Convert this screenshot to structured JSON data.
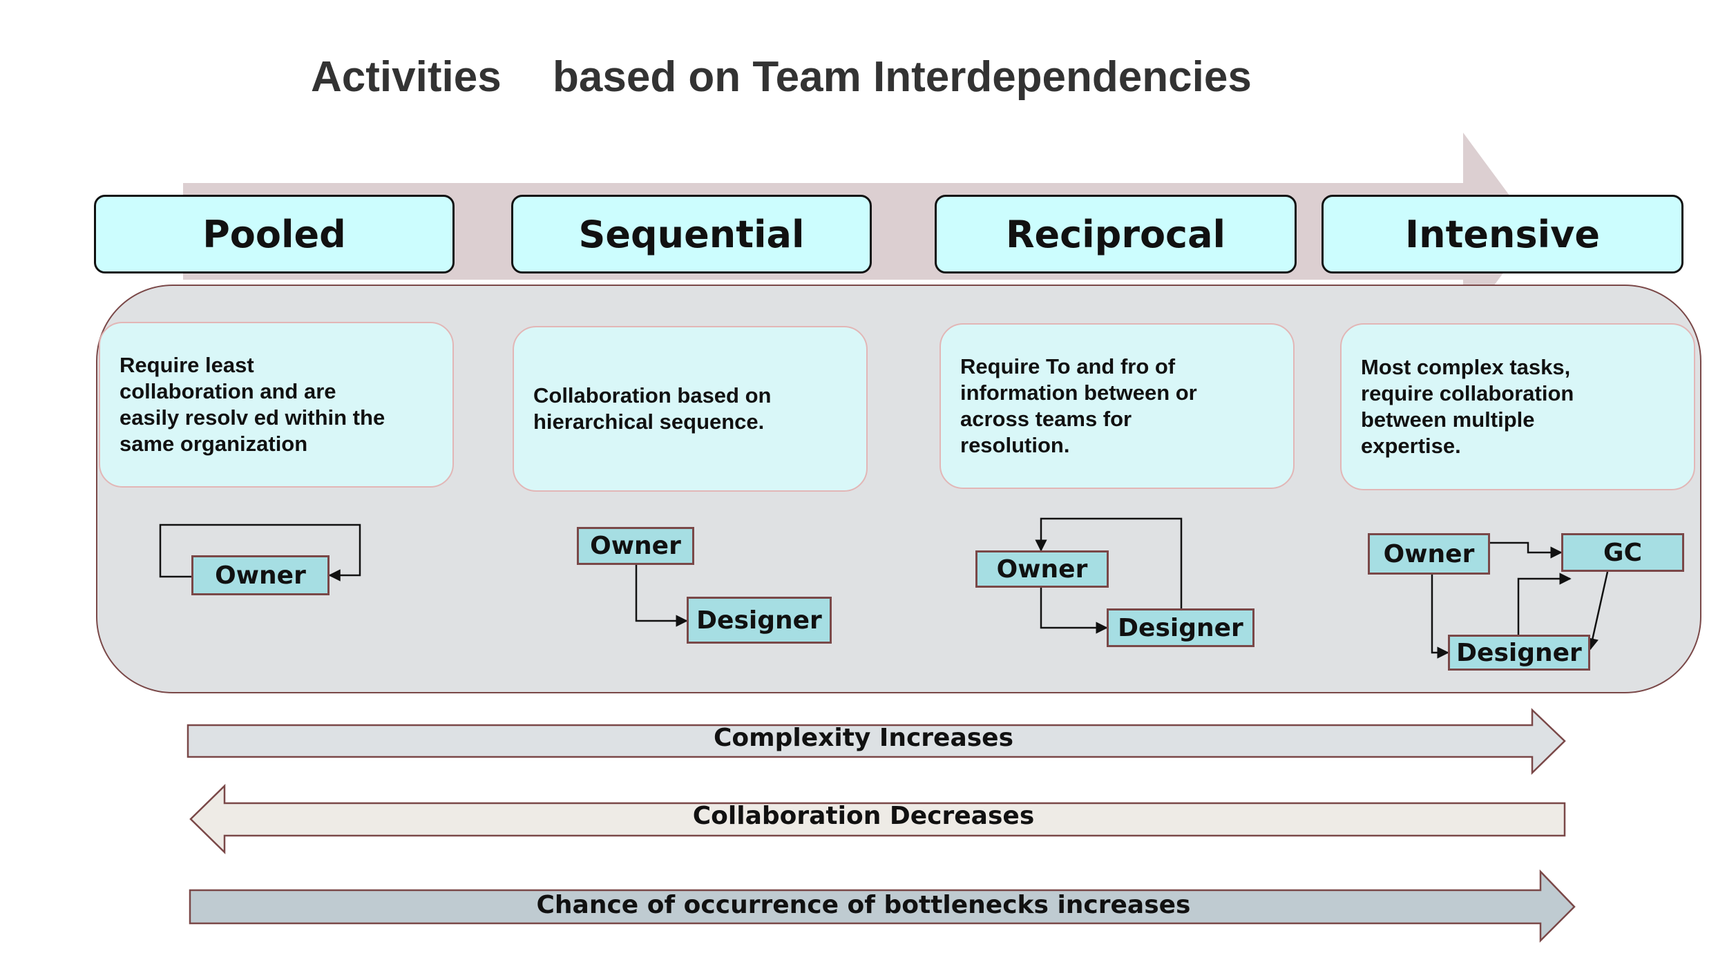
{
  "title": {
    "word1": "Activities",
    "word2": "based on Team Interdependencies"
  },
  "columns": [
    {
      "header": "Pooled",
      "description": [
        "Require least",
        "collaboration and are",
        "easily resolv ed within the",
        "same organization"
      ],
      "nodes": [
        "Owner"
      ]
    },
    {
      "header": "Sequential",
      "description": [
        "Collaboration based on",
        "hierarchical sequence."
      ],
      "nodes": [
        "Owner",
        "Designer"
      ]
    },
    {
      "header": "Reciprocal",
      "description": [
        "Require To and fro of",
        "information between or",
        "across teams for",
        "resolution."
      ],
      "nodes": [
        "Owner",
        "Designer"
      ]
    },
    {
      "header": "Intensive",
      "description": [
        "Most complex tasks,",
        "require collaboration",
        "between multiple",
        "expertise."
      ],
      "nodes": [
        "Owner",
        "GC",
        "Designer"
      ]
    }
  ],
  "trend_arrows": [
    {
      "label": "Complexity Increases",
      "direction": "right",
      "fill": "#dde1e4"
    },
    {
      "label": "Collaboration Decreases",
      "direction": "left",
      "fill": "#eeebe6"
    },
    {
      "label": "Chance of occurrence of bottlenecks increases",
      "direction": "right",
      "fill": "#bfcbd1"
    }
  ],
  "colors": {
    "header_fill": "#ccfdfe",
    "description_fill": "#d9f7f8",
    "node_fill": "#a6dee3",
    "panel_fill": "#dfe1e3",
    "background_arrow": "#dccfd1"
  }
}
